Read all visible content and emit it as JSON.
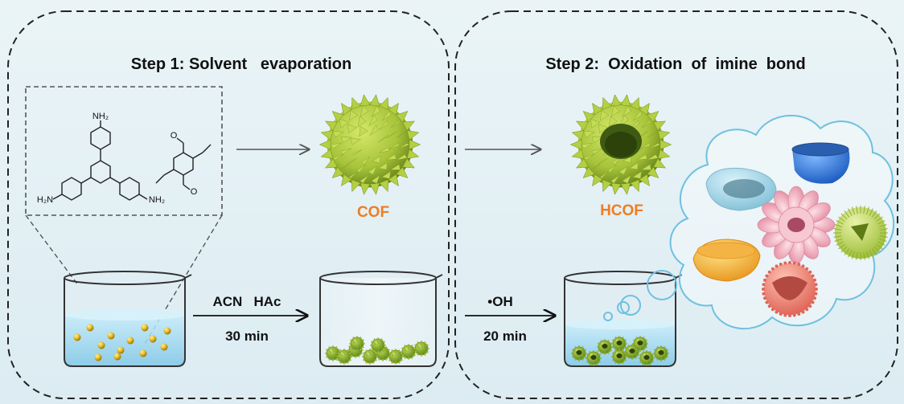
{
  "step1": {
    "title": "Step 1: Solvent   evaporation"
  },
  "step2": {
    "title": "Step 2:  Oxidation  of  imine  bond"
  },
  "molecules": {
    "amine_top": "NH₂",
    "amine_left": "H₂N",
    "amine_right": "NH₂",
    "aldehyde_top": "O",
    "aldehyde_bottom": "O"
  },
  "products": {
    "cof_label": "COF",
    "hcof_label": "HCOF"
  },
  "reaction1": {
    "reagents": "ACN   HAc",
    "time": "30 min"
  },
  "reaction2": {
    "reagent": "•OH",
    "time": "20 min"
  },
  "colors": {
    "label_orange": "#ef7d22",
    "cof_green": "#a7c43a",
    "solution_blue": "#9fd6ef",
    "cloud_outline": "#6fc0e0"
  }
}
